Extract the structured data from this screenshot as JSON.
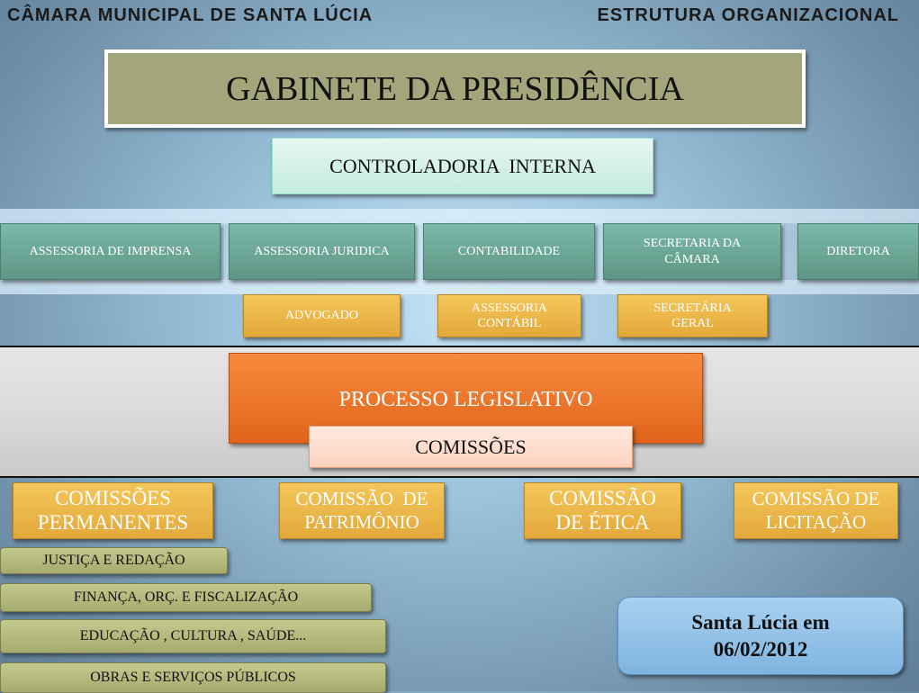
{
  "header": {
    "left": "CÂMARA MUNICIPAL DE SANTA LÚCIA",
    "right": "ESTRUTURA ORGANIZACIONAL"
  },
  "top": {
    "gabinete": "GABINETE DA PRESIDÊNCIA",
    "controladoria": "CONTROLADORIA  INTERNA"
  },
  "assessorias": [
    "ASSESSORIA DE IMPRENSA",
    "ASSESSORIA JURIDICA",
    "CONTABILIDADE",
    "SECRETARIA DA CÂMARA",
    "DIRETORA"
  ],
  "sub_assessorias": [
    "ADVOGADO",
    "ASSESSORIA CONTÁBIL",
    "SECRETÁRIA GERAL"
  ],
  "processo": {
    "title": "PROCESSO LEGISLATIVO",
    "comissoes": "COMISSÕES"
  },
  "comissoes": [
    "COMISSÕES PERMANENTES",
    "COMISSÃO  DE PATRIMÔNIO",
    "COMISSÃO DE ÉTICA",
    "COMISSÃO DE LICITAÇÃO"
  ],
  "permanentes": [
    "JUSTIÇA E REDAÇÃO",
    "FINANÇA, ORÇ. E FISCALIZAÇÃO",
    "EDUCAÇÃO , CULTURA , SAÚDE...",
    "OBRAS E SERVIÇOS PÚBLICOS"
  ],
  "footer": {
    "date_line1": "Santa Lúcia em",
    "date_line2": "06/02/2012"
  }
}
